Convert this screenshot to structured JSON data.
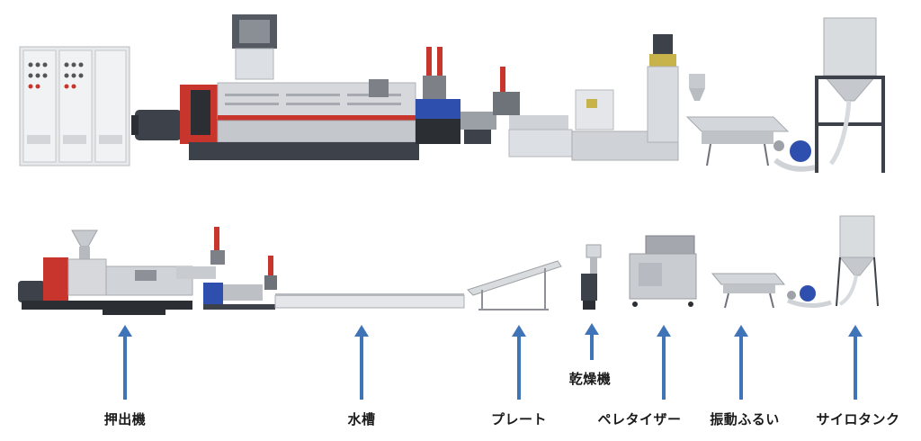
{
  "labels": {
    "extruder": "押出機",
    "water_tank": "水槽",
    "plate": "プレート",
    "dryer": "乾燥機",
    "pelletizer": "ペレタイザー",
    "vibrating_sieve": "振動ふるい",
    "silo_tank": "サイロタンク"
  },
  "colors": {
    "arrow": "#3f74b8",
    "machine_gray": "#c9ccd1",
    "machine_dark": "#3d4149",
    "accent_red": "#c8352c",
    "steel": "#dcdfe3",
    "blue_motor": "#2f4fae"
  }
}
